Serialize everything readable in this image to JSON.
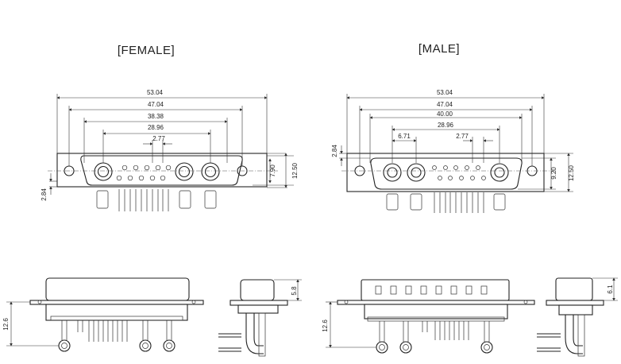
{
  "titles": {
    "female": "[FEMALE]",
    "male": "[MALE]"
  },
  "female_dims": {
    "d1": "53.04",
    "d2": "47.04",
    "d3": "38.38",
    "d4": "28.96",
    "d5": "2.77",
    "v1": "7.90",
    "v2": "12.50",
    "v3": "2.84"
  },
  "male_dims": {
    "d1": "53.04",
    "d2": "47.04",
    "d3": "40.00",
    "d4": "28.96",
    "d5": "6.71",
    "d6": "2.77",
    "v1": "2.84",
    "v2": "9.20",
    "v3": "12.50"
  },
  "side_dims": {
    "female_height": "12.6",
    "female_side": "5.8",
    "male_height": "12.6",
    "male_side": "6.1"
  }
}
